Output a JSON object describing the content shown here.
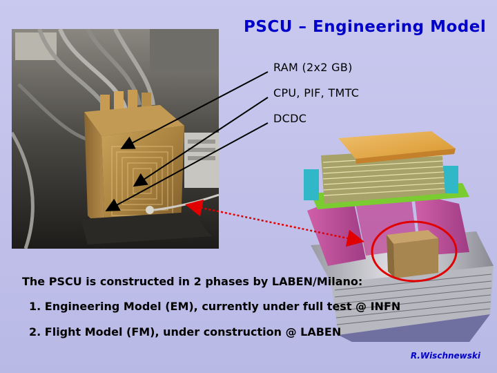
{
  "title": "PSCU – Engineering Model",
  "labels": [
    "RAM (2x2 GB)",
    "CPU, PIF, TMTC",
    "DCDC"
  ],
  "intro": "The PSCU is constructed in 2 phases by LABEN/Milano:",
  "list": [
    "1. Engineering Model (EM), currently under full test @ INFN",
    "2. Flight Model (FM), under construction @ LABEN"
  ],
  "author": "R.Wischnewski",
  "colors": {
    "background": "#c4c4ec",
    "title": "#0000c8",
    "highlight": "#e00000",
    "arrow": "#000000"
  }
}
